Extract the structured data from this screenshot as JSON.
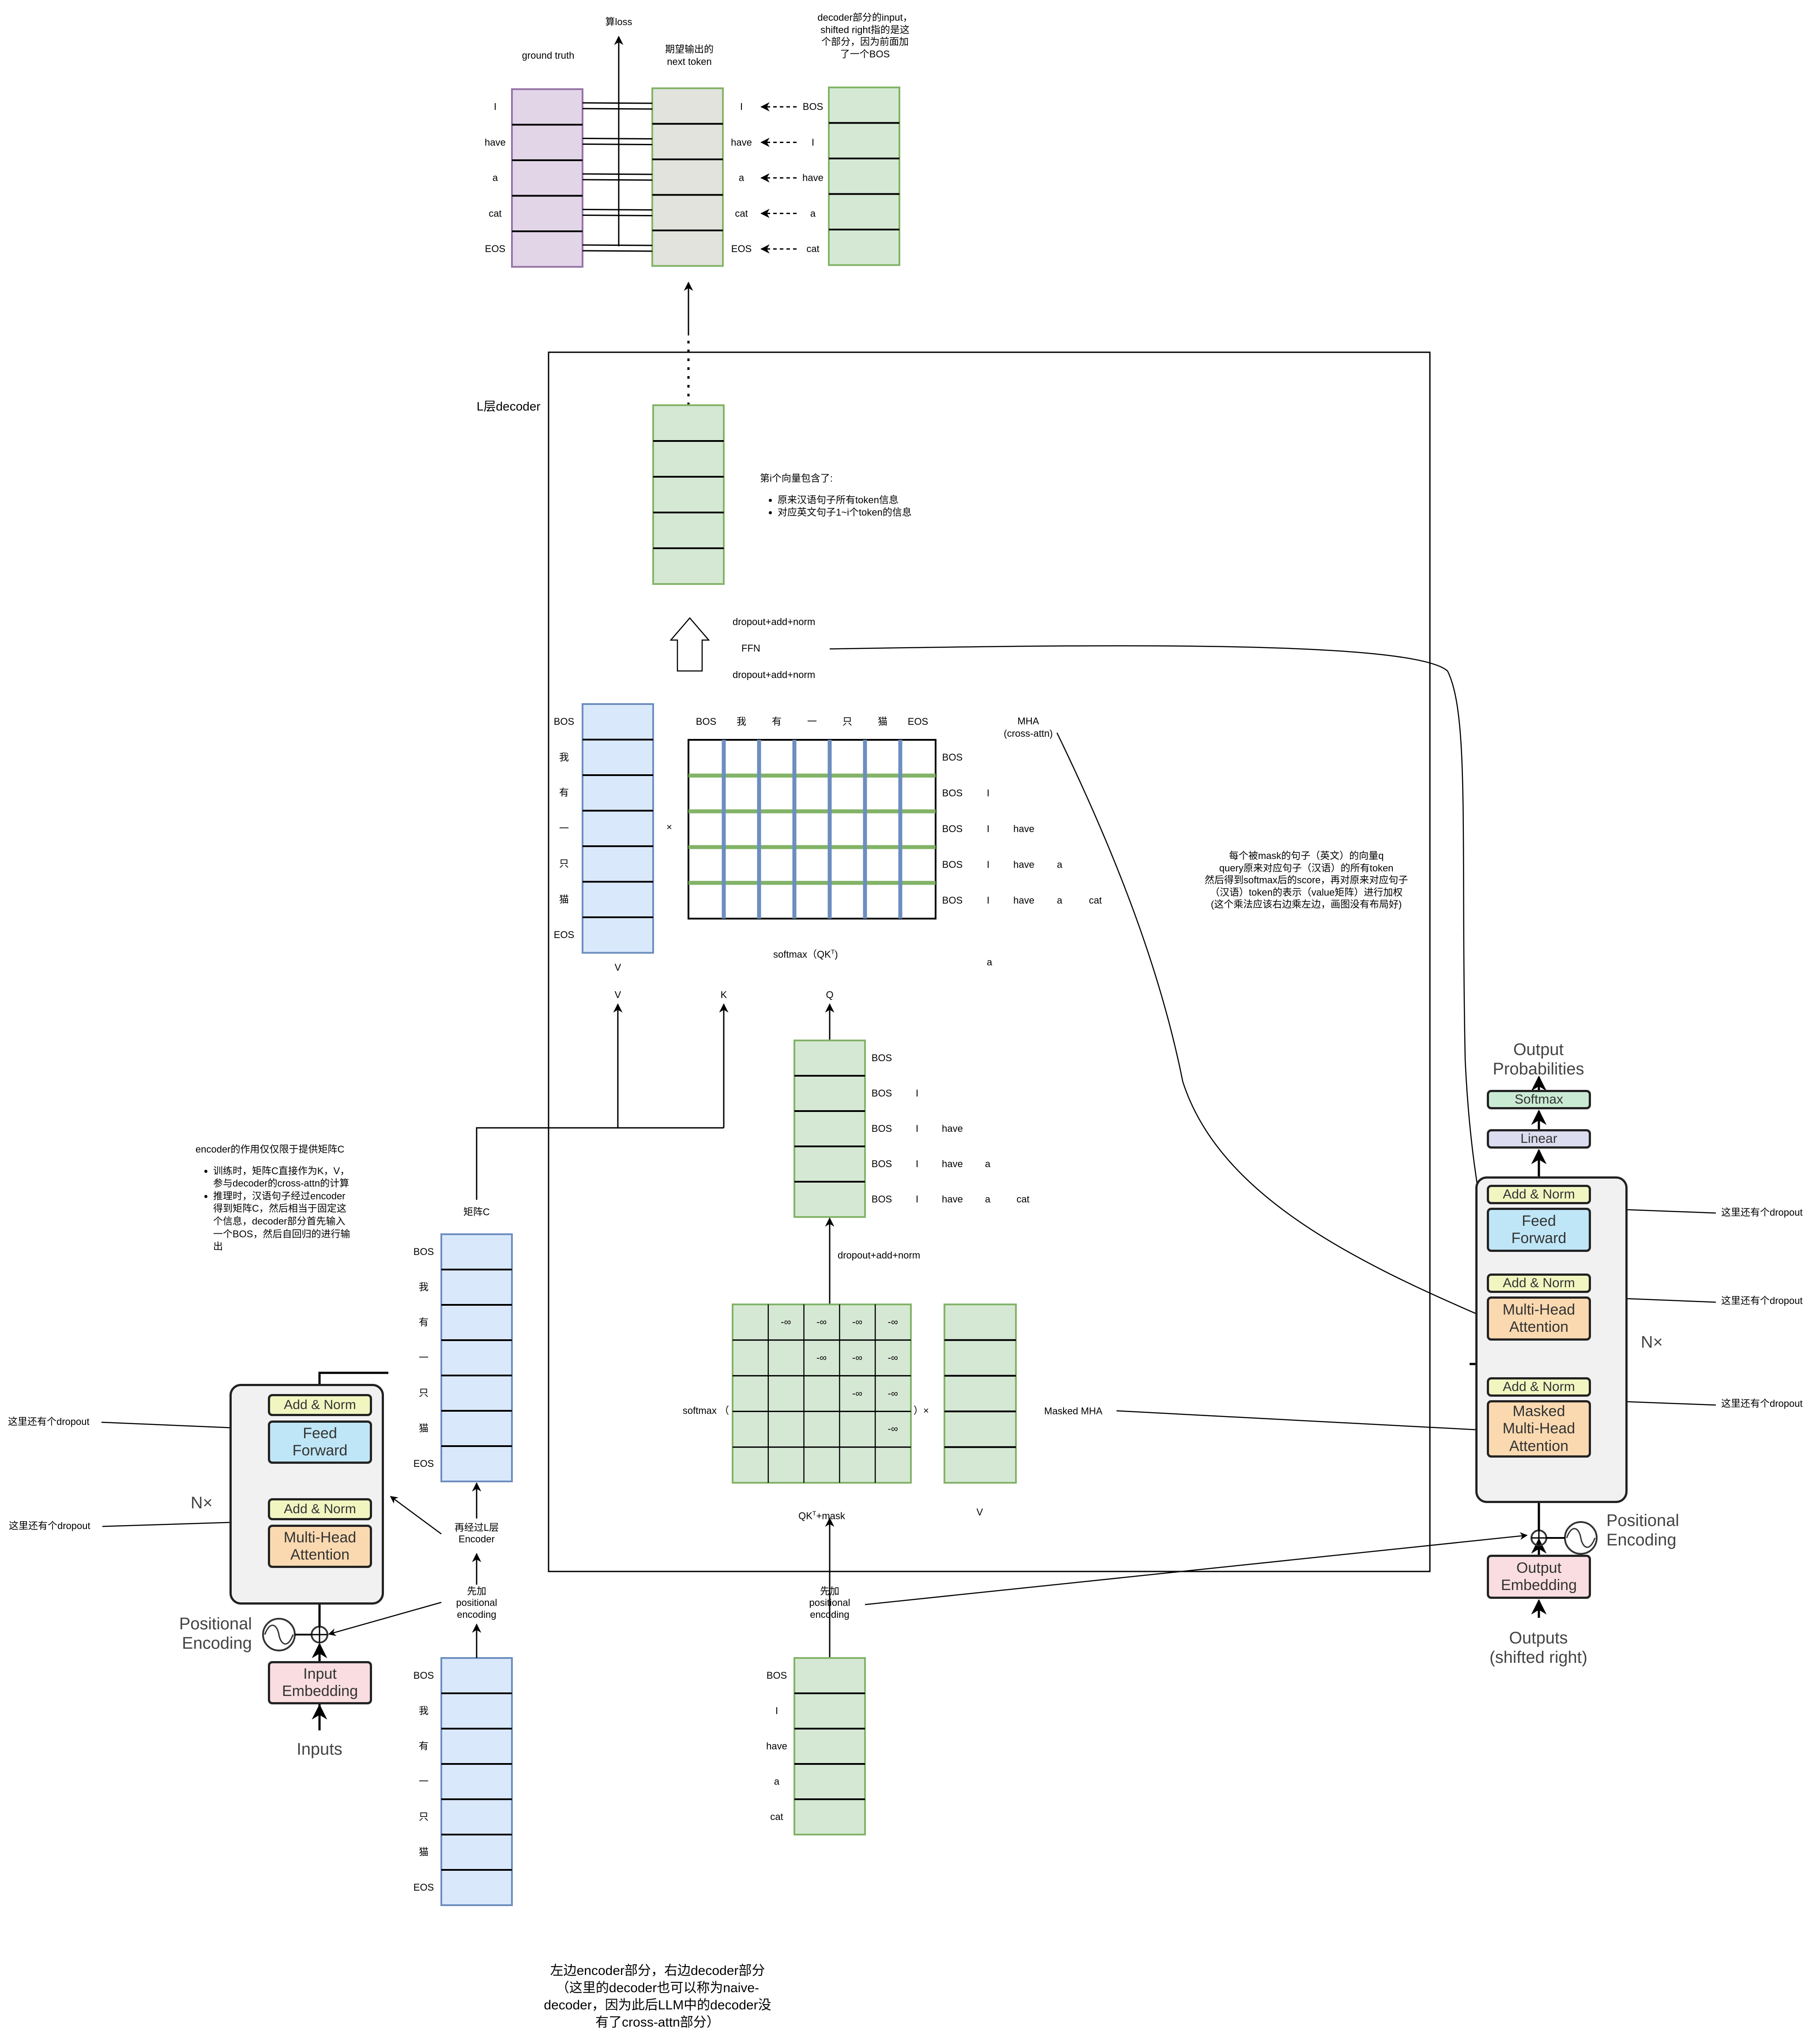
{
  "top": {
    "loss_label": "算loss",
    "ground_truth_title": "ground truth",
    "expected_title": "期望输出的\nnext token",
    "decoder_input_note": "decoder部分的input，\nshifted right指的是这\n个部分，因为前面加\n了一个BOS",
    "ground_truth_tokens": [
      "I",
      "have",
      "a",
      "cat",
      "EOS"
    ],
    "expected_tokens": [
      "I",
      "have",
      "a",
      "cat",
      "EOS"
    ],
    "shifted_tokens": [
      "BOS",
      "I",
      "have",
      "a",
      "cat"
    ]
  },
  "decoder_box": {
    "label": "L层decoder",
    "output_note_title": "第i个向量包含了:",
    "output_note_items": [
      "原来汉语句子所有token信息",
      "对应英文句子1~i个token的信息"
    ],
    "dropout_top": "dropout+add+norm",
    "ffn_label": "FFN",
    "dropout_bottom": "dropout+add+norm",
    "v_tokens": [
      "BOS",
      "我",
      "有",
      "一",
      "只",
      "猫",
      "EOS"
    ],
    "multiply_sign": "×",
    "attn_col_headers": [
      "BOS",
      "我",
      "有",
      "一",
      "只",
      "猫",
      "EOS"
    ],
    "attn_row_labels": [
      [
        "BOS"
      ],
      [
        "BOS",
        "I"
      ],
      [
        "BOS",
        "I",
        "have"
      ],
      [
        "BOS",
        "I",
        "have",
        "a"
      ],
      [
        "BOS",
        "I",
        "have",
        "a",
        "cat"
      ]
    ],
    "mha_label": "MHA\n(cross-attn)",
    "softmax_qkt": "softmax（QK",
    "softmax_sup": "T",
    "stray_a": "a",
    "v_label_under": "V",
    "v_arrow_label": "V",
    "k_arrow_label": "K",
    "q_arrow_label": "Q",
    "q_row_labels": [
      [
        "BOS"
      ],
      [
        "BOS",
        "I"
      ],
      [
        "BOS",
        "I",
        "have"
      ],
      [
        "BOS",
        "I",
        "have",
        "a"
      ],
      [
        "BOS",
        "I",
        "have",
        "a",
        "cat"
      ]
    ],
    "dropout_mid": "dropout+add+norm",
    "softmax_open": "softmax （",
    "mask_rows": [
      [
        "",
        "-∞",
        "-∞",
        "-∞",
        "-∞"
      ],
      [
        "",
        "",
        "-∞",
        "-∞",
        "-∞"
      ],
      [
        "",
        "",
        "",
        "-∞",
        "-∞"
      ],
      [
        "",
        "",
        "",
        "",
        "-∞"
      ],
      [
        "",
        "",
        "",
        "",
        ""
      ]
    ],
    "close_times": "）×",
    "qkt_mask_label": "QK",
    "qkt_mask_sup": "T",
    "qkt_mask_suffix": "+mask",
    "masked_v_label": "V",
    "masked_mha_label": "Masked MHA",
    "cross_attn_note": "每个被mask的句子（英文）的向量q\nquery原来对应句子（汉语）的所有token\n然后得到softmax后的score，再对原来对应句子\n（汉语）token的表示（value矩阵）进行加权\n(这个乘法应该右边乘左边，画图没有布局好)"
  },
  "encoder": {
    "note_title": "encoder的作用仅仅限于提供矩阵C",
    "note_items": [
      "训练时，矩阵C直接作为K，V，参与decoder的cross-attn的计算",
      "推理时，汉语句子经过encoder得到矩阵C，然后相当于固定这个信息，decoder部分首先输入一个BOS，然后自回归的进行输出"
    ],
    "matrix_c_label": "矩阵C",
    "matrix_c_tokens": [
      "BOS",
      "我",
      "有",
      "一",
      "只",
      "猫",
      "EOS"
    ],
    "through_encoder": "再经过L层\nEncoder",
    "add_pe": "先加\npositional\nencoding",
    "input_tokens": [
      "BOS",
      "我",
      "有",
      "一",
      "只",
      "猫",
      "EOS"
    ]
  },
  "decoder_input": {
    "add_pe": "先加\npositional\nencoding",
    "tokens": [
      "BOS",
      "I",
      "have",
      "a",
      "cat"
    ]
  },
  "encoder_figure": {
    "add_norm_top": "Add & Norm",
    "feed_forward": "Feed\nForward",
    "add_norm_bottom": "Add & Norm",
    "mha": "Multi-Head\nAttention",
    "nx": "N×",
    "positional_encoding": "Positional\nEncoding",
    "input_embedding": "Input\nEmbedding",
    "inputs": "Inputs",
    "dropout_note_1": "这里还有个dropout",
    "dropout_note_2": "这里还有个dropout"
  },
  "decoder_figure": {
    "output_probabilities": "Output\nProbabilities",
    "softmax": "Softmax",
    "linear": "Linear",
    "add_norm_1": "Add & Norm",
    "feed_forward": "Feed\nForward",
    "add_norm_2": "Add & Norm",
    "mha": "Multi-Head\nAttention",
    "nx": "N×",
    "add_norm_3": "Add & Norm",
    "masked_mha": "Masked\nMulti-Head\nAttention",
    "positional_encoding": "Positional\nEncoding",
    "output_embedding": "Output\nEmbedding",
    "outputs": "Outputs\n(shifted right)",
    "dropout_note_1": "这里还有个dropout",
    "dropout_note_2": "这里还有个dropout",
    "dropout_note_3": "这里还有个dropout"
  },
  "footer_caption": "左边encoder部分，右边decoder部分\n（这里的decoder也可以称为naive-\ndecoder，因为此后LLM中的decoder没\n有了cross-attn部分）",
  "colors": {
    "purple_fill": "#e1d5e7",
    "purple_stroke": "#9673a6",
    "gray_fill": "#e1e3dc",
    "green_fill": "#d5e8d4",
    "green_stroke": "#82b366",
    "blue_fill": "#dae8fc",
    "blue_stroke": "#6c8ebf",
    "grid_green": "#82b366",
    "grid_blue": "#6c8ebf"
  }
}
